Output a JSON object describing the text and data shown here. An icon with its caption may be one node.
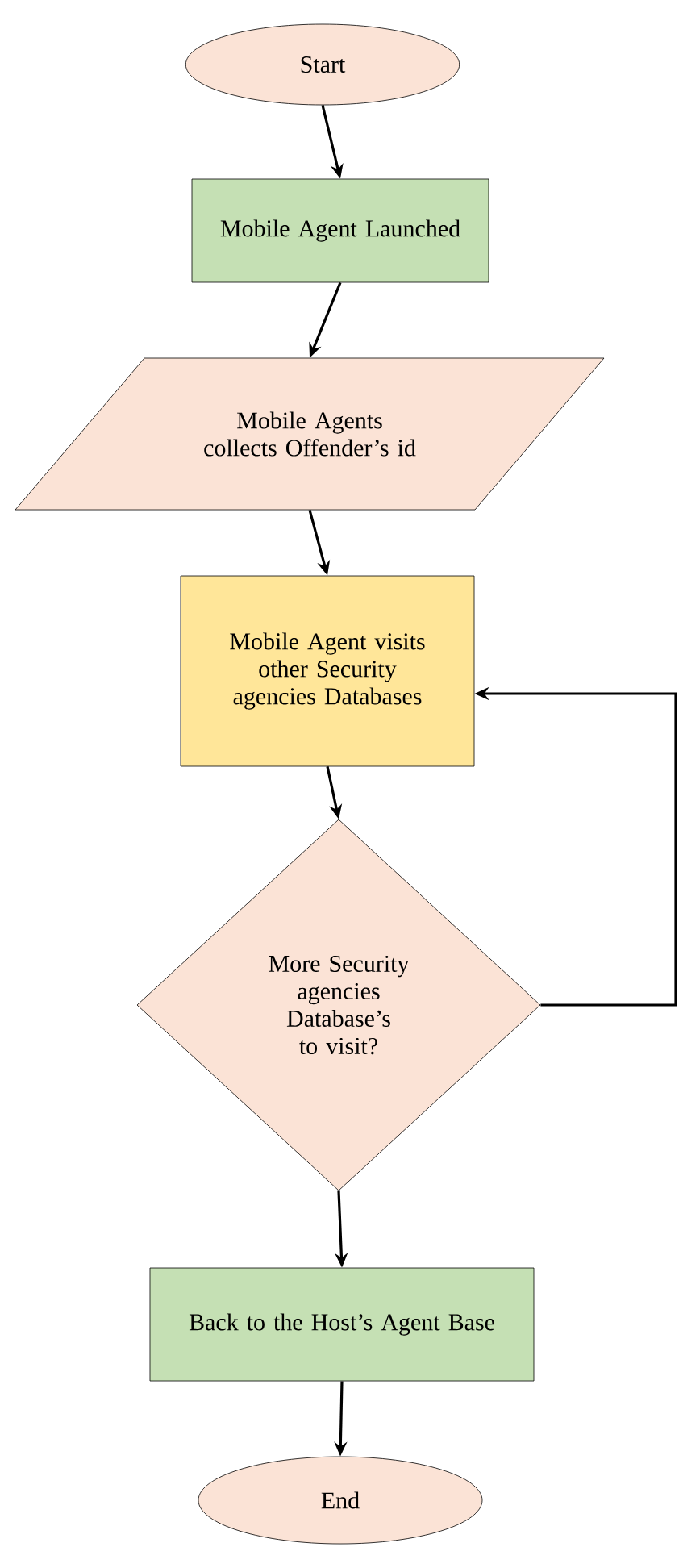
{
  "diagram": {
    "nodes": [
      {
        "text": [
          "Start"
        ]
      },
      {
        "text": [
          "Mobile Agent Launched"
        ]
      },
      {
        "text": [
          "Mobile Agents collects Offender’s id"
        ]
      },
      {
        "text": [
          "Mobile Agent visits other Security agencies Databases"
        ]
      },
      {
        "text": [
          "More Security agencies Database’s to visit?"
        ]
      },
      {
        "text": [
          "Back to the Host’s Agent Base"
        ]
      },
      {
        "text": [
          "End"
        ]
      }
    ],
    "edges": [
      {
        "from": 0,
        "to": 1,
        "arrow": "to"
      },
      {
        "from": 1,
        "to": 2,
        "arrow": "to"
      },
      {
        "from": 2,
        "to": 3,
        "arrow": "to"
      },
      {
        "from": 3,
        "to": 4,
        "arrow": "to"
      },
      {
        "from": 4,
        "to": 3,
        "arrow": "to"
      },
      {
        "from": 4,
        "to": 5,
        "arrow": "to"
      },
      {
        "from": 5,
        "to": 6,
        "arrow": "to"
      }
    ]
  }
}
